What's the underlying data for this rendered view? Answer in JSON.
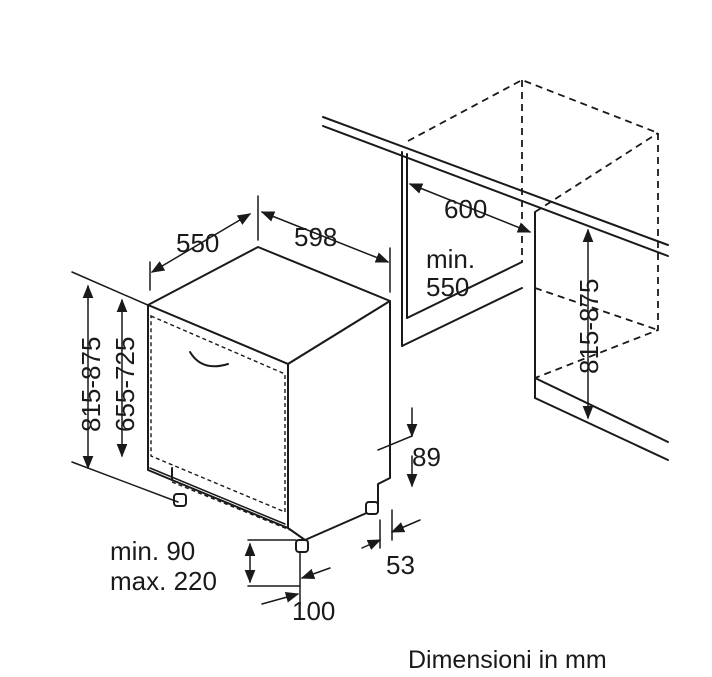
{
  "dimensions": {
    "depth": "550",
    "width": "598",
    "niche_width": "600",
    "niche_min_depth_line1": "min.",
    "niche_min_depth_line2": "550",
    "niche_height": "815-875",
    "total_height": "815-875",
    "door_height": "655-725",
    "kick_height": "89",
    "kick_depth": "53",
    "plinth_line1": "min. 90",
    "plinth_line2": "max. 220",
    "plinth_depth": "100"
  },
  "caption": "Dimensioni in mm"
}
